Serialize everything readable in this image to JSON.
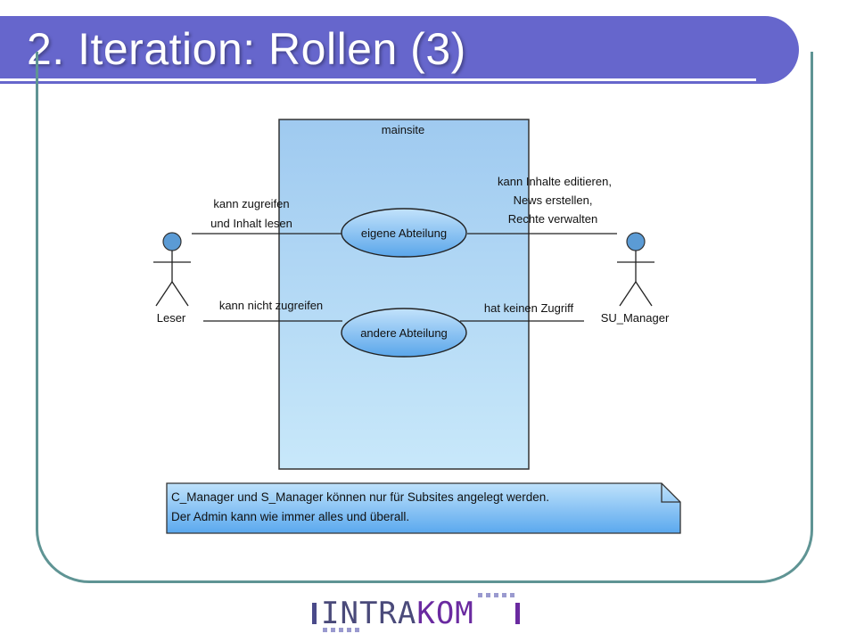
{
  "slide": {
    "title": "2. Iteration: Rollen (3)"
  },
  "diagram": {
    "system_boundary": "mainsite",
    "actors": [
      {
        "label": "Leser"
      },
      {
        "label": "SU_Manager"
      }
    ],
    "use_cases": [
      {
        "label": "eigene Abteilung"
      },
      {
        "label": "andere Abteilung"
      }
    ],
    "associations": {
      "leser_eigene": [
        "kann zugreifen",
        "und Inhalt lesen"
      ],
      "leser_andere": [
        "kann nicht zugreifen"
      ],
      "manager_eigene": [
        "kann Inhalte editieren,",
        "News erstellen,",
        "Rechte verwalten"
      ],
      "manager_andere": [
        "hat keinen Zugriff"
      ]
    },
    "note": [
      "C_Manager und S_Manager können nur für Subsites angelegt werden.",
      "Der Admin kann wie immer alles und überall."
    ],
    "colors": {
      "title_bar": "#6666cc",
      "frame": "#5f9494",
      "actor_head": "#5b9bd5",
      "system_box": "#b3daf5"
    }
  },
  "logo": {
    "part1": "INTRA",
    "part2": "KOM"
  }
}
